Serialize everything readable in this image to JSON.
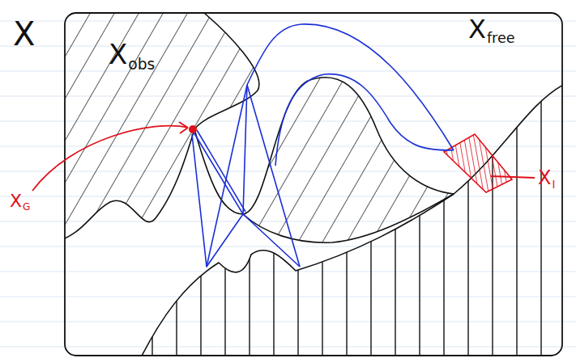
{
  "diagram": {
    "labels": [
      "X",
      "Xobs",
      "Xfree",
      "XG",
      "XI"
    ]
  }
}
